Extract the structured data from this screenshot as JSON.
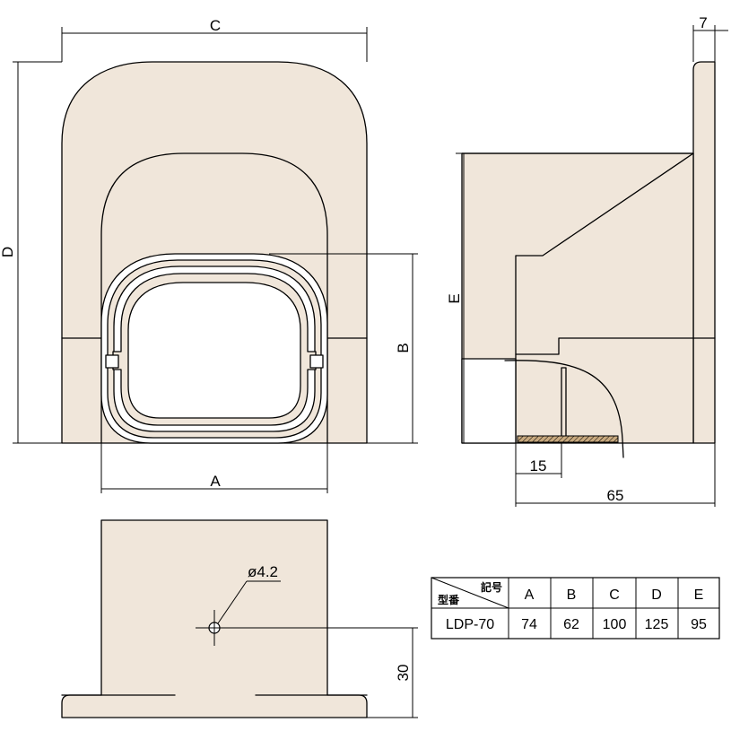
{
  "front_view": {
    "labels": {
      "c": "C",
      "d": "D",
      "a": "A",
      "b": "B"
    }
  },
  "side_view": {
    "labels": {
      "e": "E",
      "seven": "7",
      "fifteen": "15",
      "sixtyfive": "65"
    }
  },
  "bottom_view": {
    "labels": {
      "hole": "ø4.2",
      "thirty": "30"
    }
  },
  "spec_table": {
    "header_top": "記号",
    "header_bottom": "型番",
    "columns": [
      "A",
      "B",
      "C",
      "D",
      "E"
    ],
    "model": "LDP-70",
    "values": [
      "74",
      "62",
      "100",
      "125",
      "95"
    ]
  },
  "colors": {
    "body": "#f0e6da",
    "hatch": "#c8a97e",
    "line": "#000000"
  }
}
